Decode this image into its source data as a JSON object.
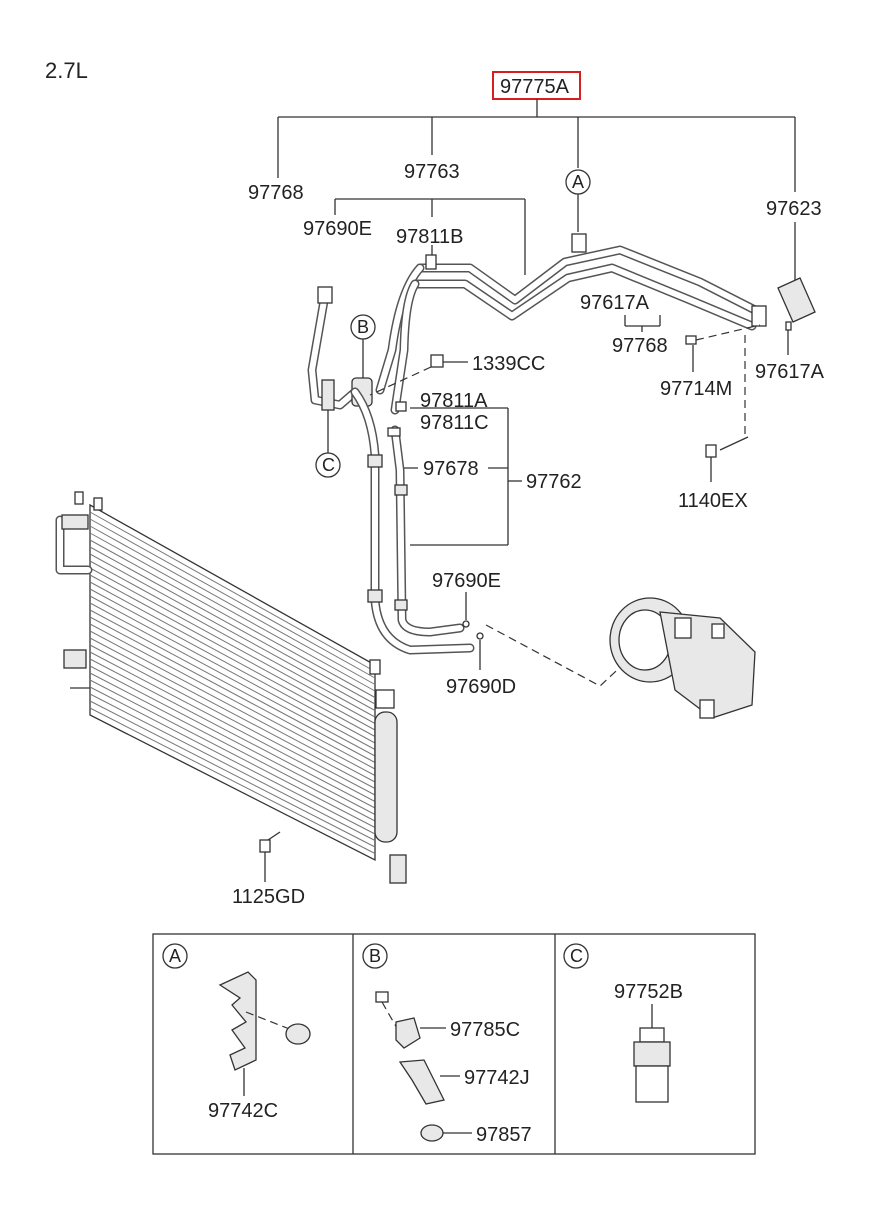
{
  "engine_label": "2.7L",
  "assembly_part": "97775A",
  "accent_color": "#d42020",
  "labels": {
    "p97768_top": "97768",
    "p97763": "97763",
    "p97623": "97623",
    "p97690E_top": "97690E",
    "p97811B": "97811B",
    "p97617A_mid": "97617A",
    "p97768_mid": "97768",
    "p1339CC": "1339CC",
    "p97714M": "97714M",
    "p97617A_right": "97617A",
    "p97811A": "97811A",
    "p97811C": "97811C",
    "p97678": "97678",
    "p97762": "97762",
    "p1140EX": "1140EX",
    "p97690E_low": "97690E",
    "p97690D": "97690D",
    "p1125GD": "1125GD"
  },
  "callouts": {
    "a": "A",
    "b": "B",
    "c": "C"
  },
  "detail_panels": [
    {
      "letter": "A",
      "parts": [
        "97742C"
      ]
    },
    {
      "letter": "B",
      "parts": [
        "97785C",
        "97742J",
        "97857"
      ]
    },
    {
      "letter": "C",
      "parts": [
        "97752B"
      ]
    }
  ]
}
